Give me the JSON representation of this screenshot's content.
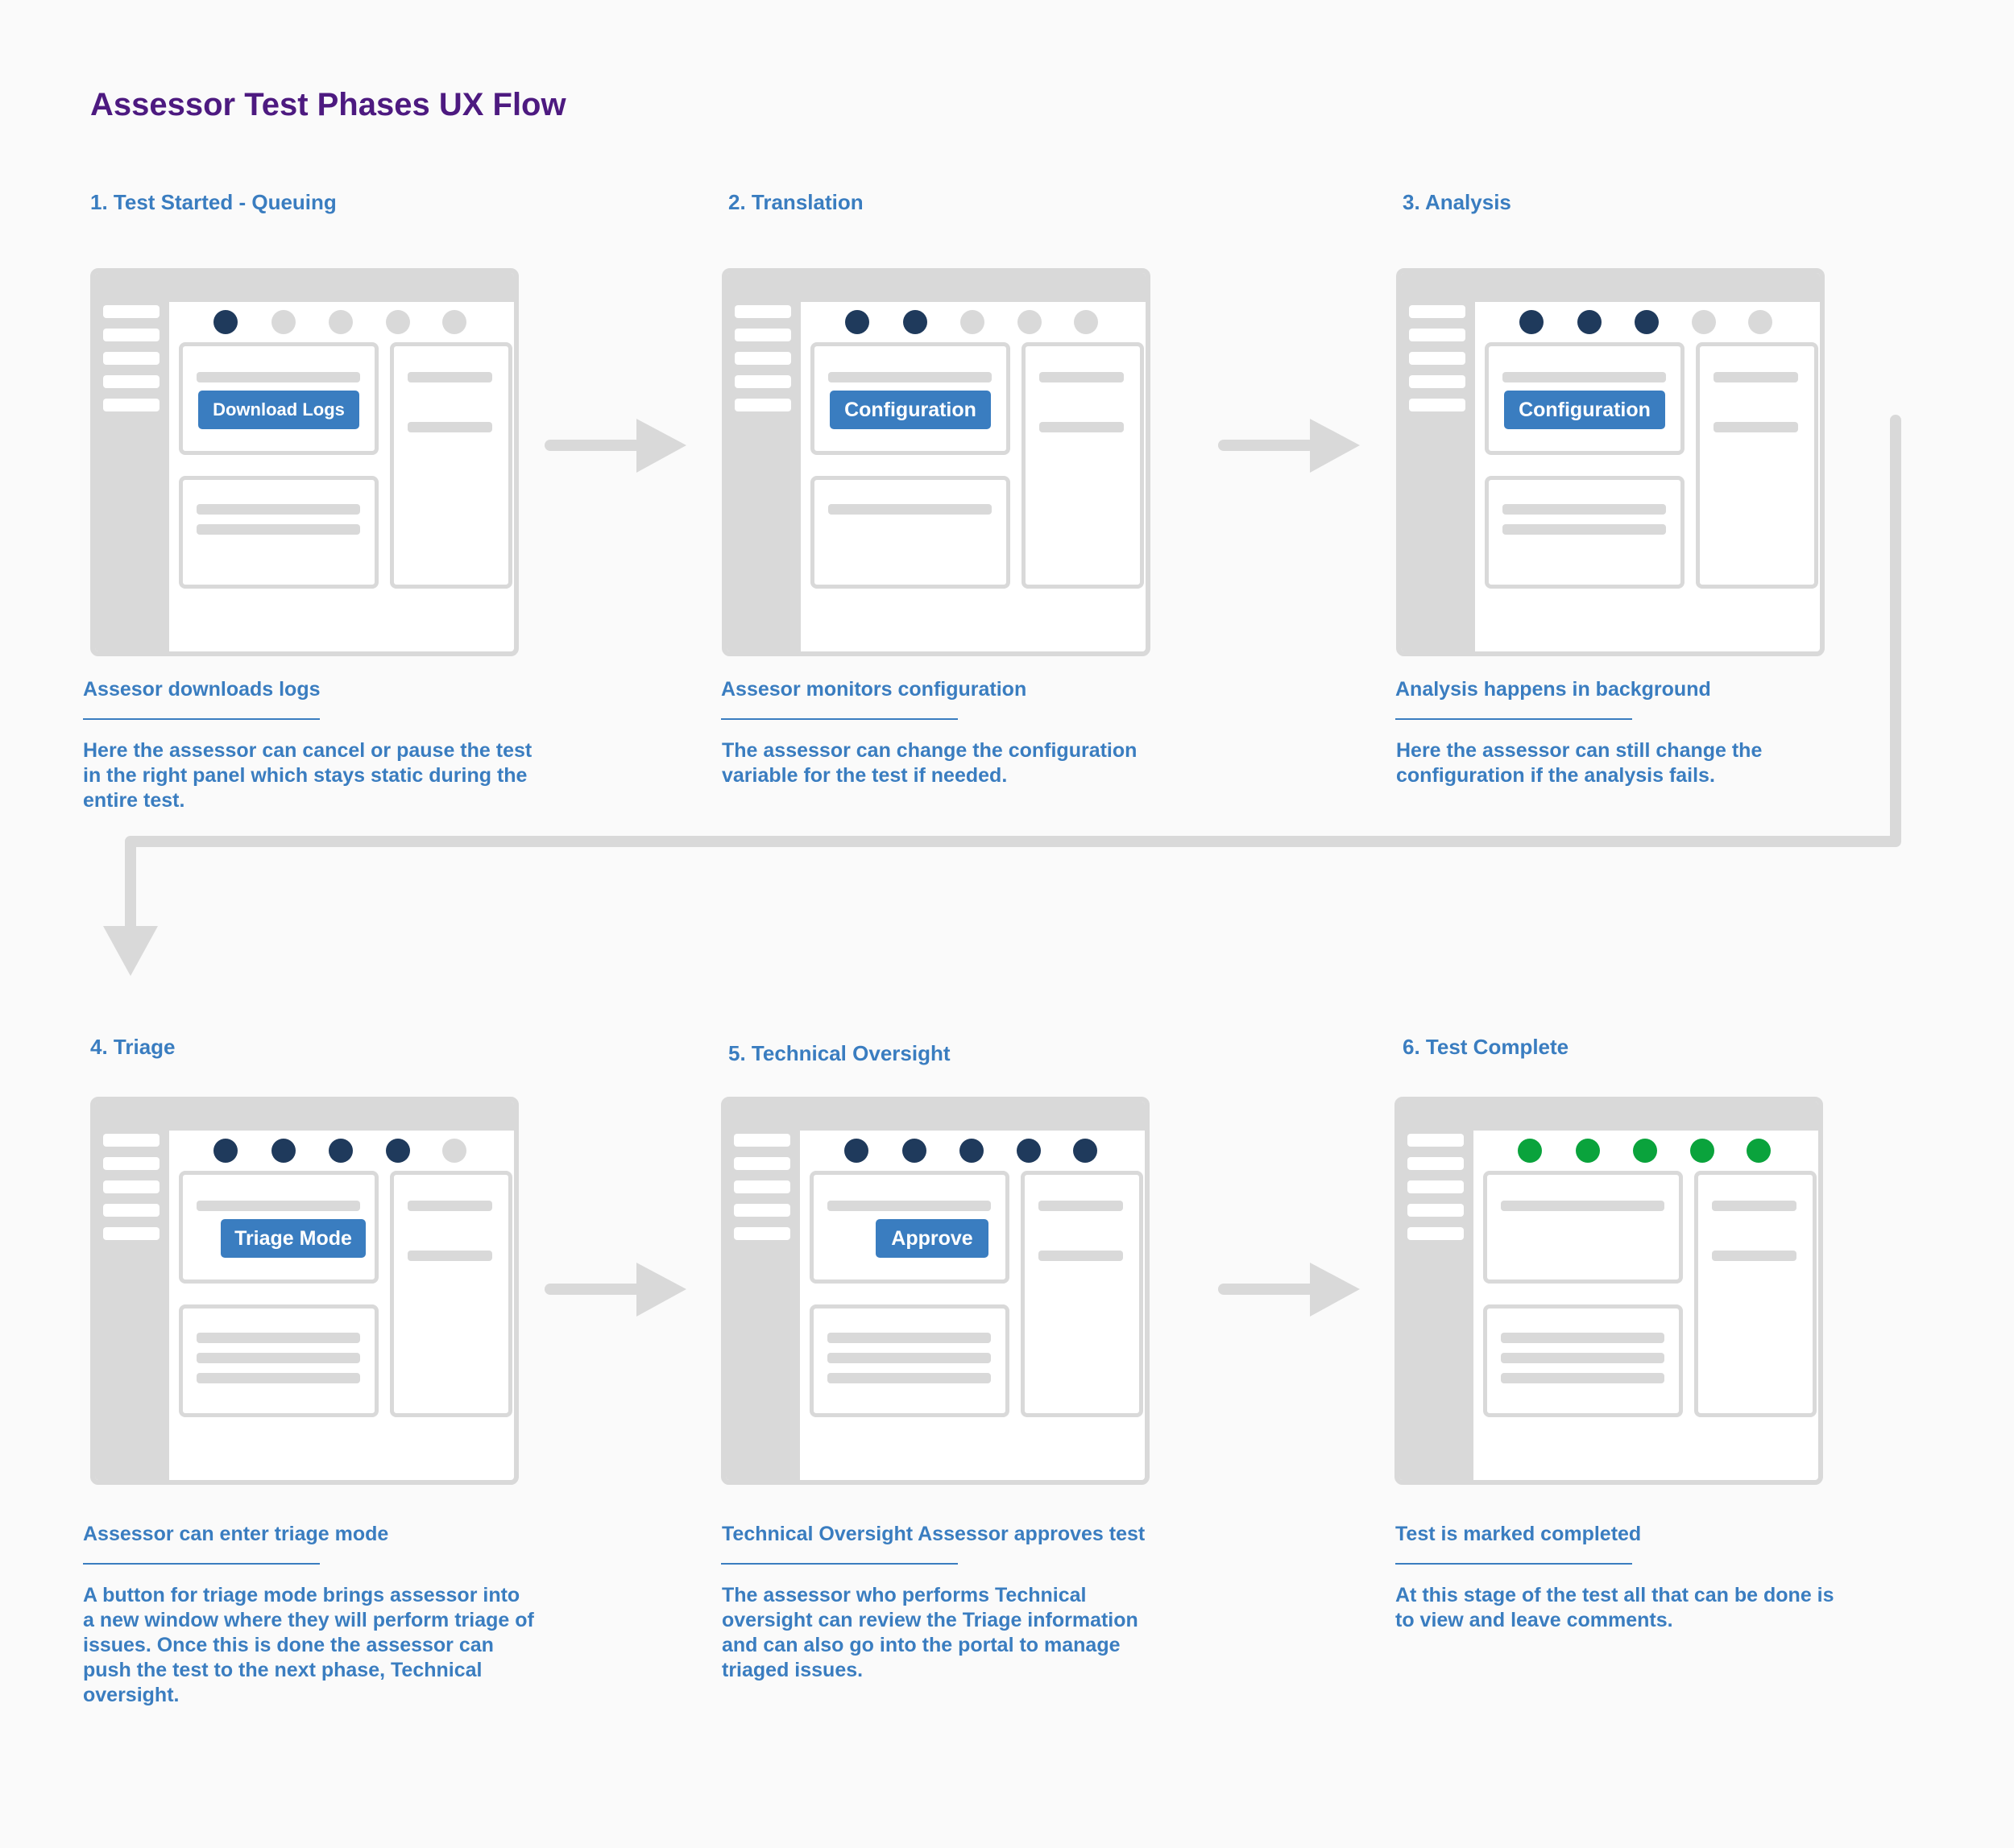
{
  "title": "Assessor Test Phases UX Flow",
  "colors": {
    "title": "#4d1a80",
    "text": "#3a7dc0",
    "button": "#3a7dc0",
    "dot_done": "#1f3a5c",
    "dot_pending": "#d9d9d9",
    "dot_complete": "#0aa33c",
    "wireframe": "#d9d9d9"
  },
  "phases": [
    {
      "title": "1. Test Started - Queuing",
      "button": "Download Logs",
      "steps_done": 1,
      "caption_heading": "Assesor downloads logs",
      "caption_body": "Here the assessor can cancel or pause the test in the right panel which stays static during the entire test."
    },
    {
      "title": "2. Translation",
      "button": "Configuration",
      "steps_done": 2,
      "caption_heading": "Assesor monitors configuration",
      "caption_body": "The assessor can change the configuration variable for the test if needed."
    },
    {
      "title": "3. Analysis",
      "button": "Configuration",
      "steps_done": 3,
      "caption_heading": "Analysis happens in background",
      "caption_body": "Here the assessor can still change the configuration if the analysis fails."
    },
    {
      "title": "4. Triage",
      "button": "Triage Mode",
      "steps_done": 4,
      "caption_heading": "Assessor can enter triage mode",
      "caption_body": "A button for triage mode brings assessor into a new window where they will perform triage of issues. Once this is done the assessor can push the test to the next phase, Technical oversight."
    },
    {
      "title": "5. Technical Oversight",
      "button": "Approve",
      "steps_done": 5,
      "caption_heading": "Technical Oversight Assessor approves test",
      "caption_body": "The assessor who performs Technical oversight can review the Triage information and can also go into the portal to manage triaged issues."
    },
    {
      "title": "6. Test Complete",
      "button": "",
      "steps_done": 5,
      "complete": true,
      "caption_heading": "Test is marked completed",
      "caption_body": "At this stage of the test all that can be done  is to view and leave comments."
    }
  ]
}
